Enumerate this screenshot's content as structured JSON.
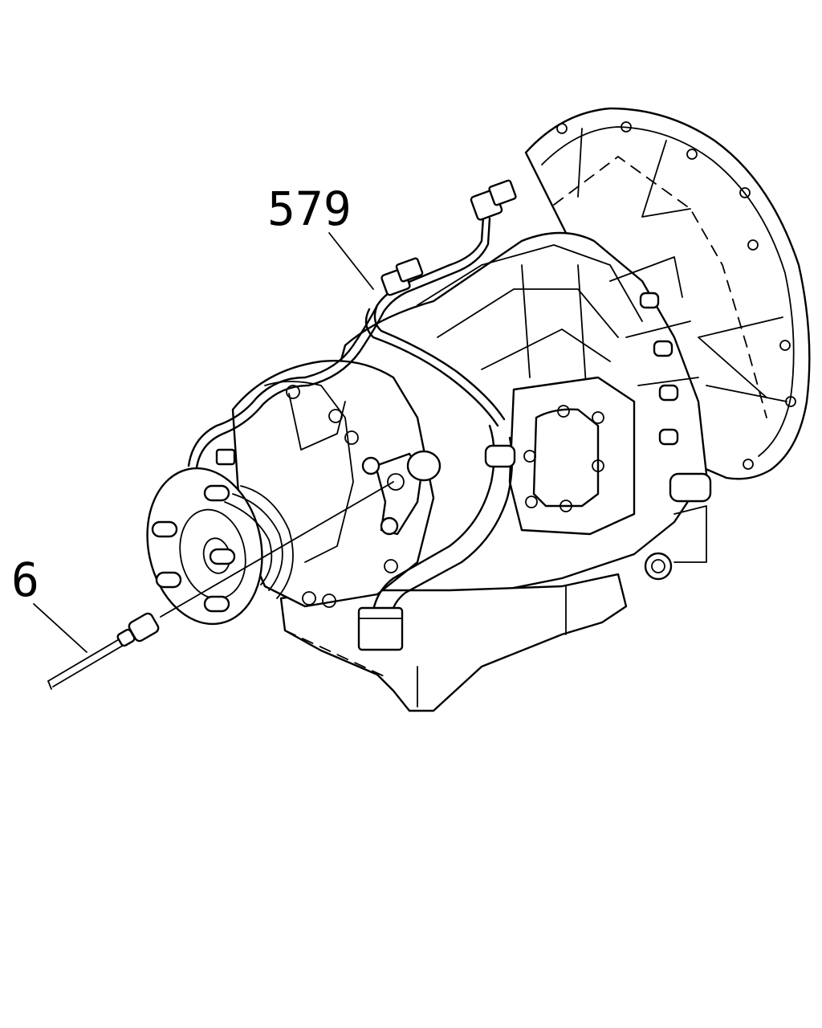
{
  "callouts": [
    {
      "id": "callout-579",
      "label": "579"
    },
    {
      "id": "callout-6",
      "label": "6"
    }
  ],
  "colors": {
    "line": "#000000",
    "background": "#ffffff"
  }
}
